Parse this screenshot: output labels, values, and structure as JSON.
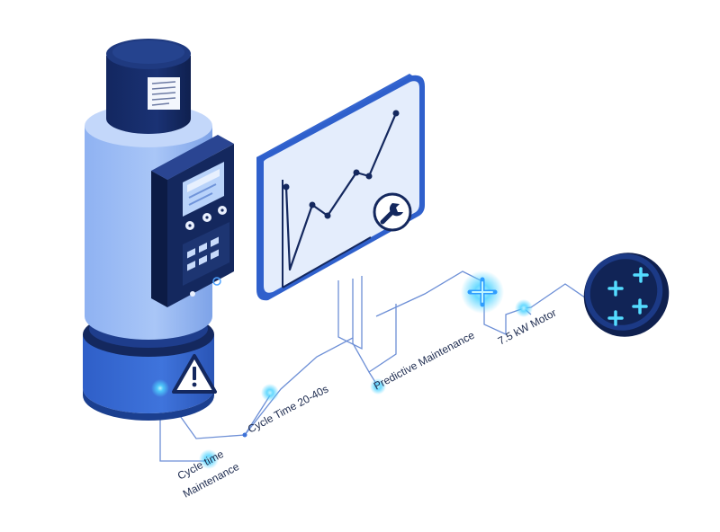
{
  "labels": {
    "cycle_time": "Cycle Time 20-40s",
    "predictive": "Predictive Maintenance",
    "motor": "7.5 kW Motor",
    "cycle_maint_line1": "Cycle time",
    "cycle_maint_line2": "Maintenance"
  },
  "icons": {
    "warning": "warning-triangle-icon",
    "wrench": "wrench-icon",
    "node": "glowing-plus-icon"
  },
  "colors": {
    "navy": "#14285e",
    "mid_blue": "#3d72d8",
    "light_blue": "#9dbdf5",
    "pale_blue": "#dfe9fb",
    "connector": "#6d8fd6",
    "glow": "#4fd3ff"
  }
}
